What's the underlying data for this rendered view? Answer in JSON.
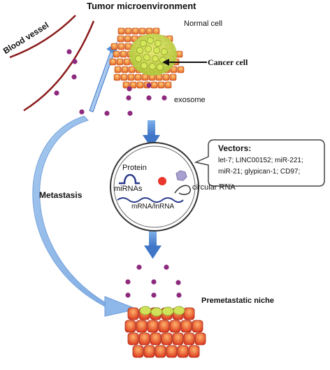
{
  "labels": {
    "title": "Tumor microenvironment",
    "normal_cell": "Normal cell",
    "cancer_cell": "Cancer cell",
    "exosome": "exosome",
    "blood_vessel": "Blood vessel",
    "metastasis": "Metastasis",
    "premetastatic_niche": "Premetastatic niche"
  },
  "exosome_contents": {
    "protein": "Protein",
    "mirnas": "miRNAs",
    "circular_rna": "circular RNA",
    "mrna_lnrna": "mRNA/lnRNA"
  },
  "vectors": {
    "title": "Vectors:",
    "lines": [
      "let-7; LINC00152; miR-221;",
      "miR-21; glypican-1; CD97;",
      "......."
    ]
  },
  "colors": {
    "vessel": "#8b1a1a",
    "exosome_dot": "#8e2a7e",
    "arrow": "#5b8fd6",
    "normal_cell": "#ef8a2e",
    "cancer_cell": "#c3d63b"
  }
}
